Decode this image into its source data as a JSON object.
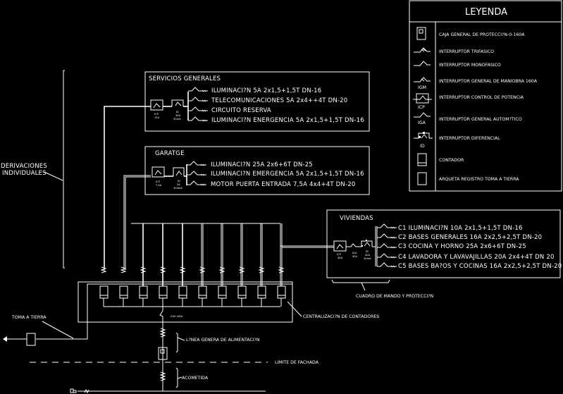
{
  "legend": {
    "title": "LEYENDA",
    "items": [
      {
        "icon": "caja-general-proteccion-icon",
        "tag": "",
        "label": "CAJA GENERAL DE PROTECCI?N-0-160A"
      },
      {
        "icon": "interruptor-trifasico-icon",
        "tag": "",
        "label": "INTERRUPTOR TRIFASICO"
      },
      {
        "icon": "interruptor-monofasico-icon",
        "tag": "",
        "label": "INTERRUPTOR MONOFASICO"
      },
      {
        "icon": "interruptor-general-maniobra-icon",
        "tag": "IGM",
        "label": "INTERRUPTOR GENERAL DE MANIOBRA 160A"
      },
      {
        "icon": "interruptor-control-potencia-icon",
        "tag": "ICP",
        "label": "INTERRUPTOR CONTROL DE POTENCIA"
      },
      {
        "icon": "interruptor-general-automatico-icon",
        "tag": "IGA",
        "label": "INTERRUPTOR GENERAL AUTOM?TICO"
      },
      {
        "icon": "interruptor-diferencial-icon",
        "tag": "ID",
        "label": "INTERRUPTOR DIFERENCIAL"
      },
      {
        "icon": "contador-icon",
        "tag": "",
        "label": "CONTADOR"
      },
      {
        "icon": "arqueta-registro-icon",
        "tag": "",
        "label": "ARQUETA REGISTRO TOMA A TIERRA"
      }
    ]
  },
  "servicios": {
    "title": "SERVICIOS GENERALES",
    "icp_label": [
      "ICP",
      "15A"
    ],
    "id_label": [
      "ID",
      "30A",
      "30mA"
    ],
    "circuits": [
      "ILUMINACI?N 5A 2x1,5+1,5T DN-16",
      "TELECOMUNICACIONES 5A 2x4++4T DN-20",
      "CIRCUITO RESERVA",
      "ILUMINACI?N ENERGENCIA 5A 2x1,5+1,5T DN-16"
    ]
  },
  "garatge": {
    "title": "GARATGE",
    "icp_label": [
      "ICP",
      "7,5A"
    ],
    "id_label": [
      "ID",
      "5A",
      "300mA"
    ],
    "circuits": [
      "ILUMINACI?N 25A 2x6+6T DN-25",
      "ILUMINACI?N EMERGENCIA 5A 2x1,5+1,5T DN-16",
      "MOTOR PUERTA ENTRADA 7,5A 4x4+4T DN-20"
    ]
  },
  "viviendas": {
    "title": "VIVIENDAS",
    "icp_label": [
      "ICP",
      "40A"
    ],
    "iga_label": [
      "IGA",
      "40A"
    ],
    "id_label": [
      "ID",
      "40A",
      "30mA"
    ],
    "circuits": [
      "C1 ILUMINACI?N 10A 2x1,5+1,5T DN-16",
      "C2 BASES GENERALES 16A 2x2,5+2,5T DN-20",
      "C3 COCINA Y HORNO 25A 2x6+6T DN-25",
      "C4 LAVADORA Y LAVAVAJILLAS 20A 2x4+4T DN 20",
      "C5 BASES BA?OS Y COCINAS 16A 2x2,5+2,5T DN-20"
    ]
  },
  "annotations": {
    "derivaciones": [
      "DERIVACIONES",
      "INDIVIDUALES"
    ],
    "cuadro": "CUADRO DE MANDO Y PROTECCI?N",
    "centralizacion": "CENTRALIZACI?N DE CONTADORES",
    "igm": "IGM 160A",
    "toma_tierra": "TOMA A TIERRA",
    "linea_general": "L?NEA GENERA DE ALIMENTACI?N",
    "limite_fachada": "LIMITE DE FACHADA",
    "acometida": "ACOMETIDA"
  },
  "centralizacion": {
    "meter_count": 10
  }
}
